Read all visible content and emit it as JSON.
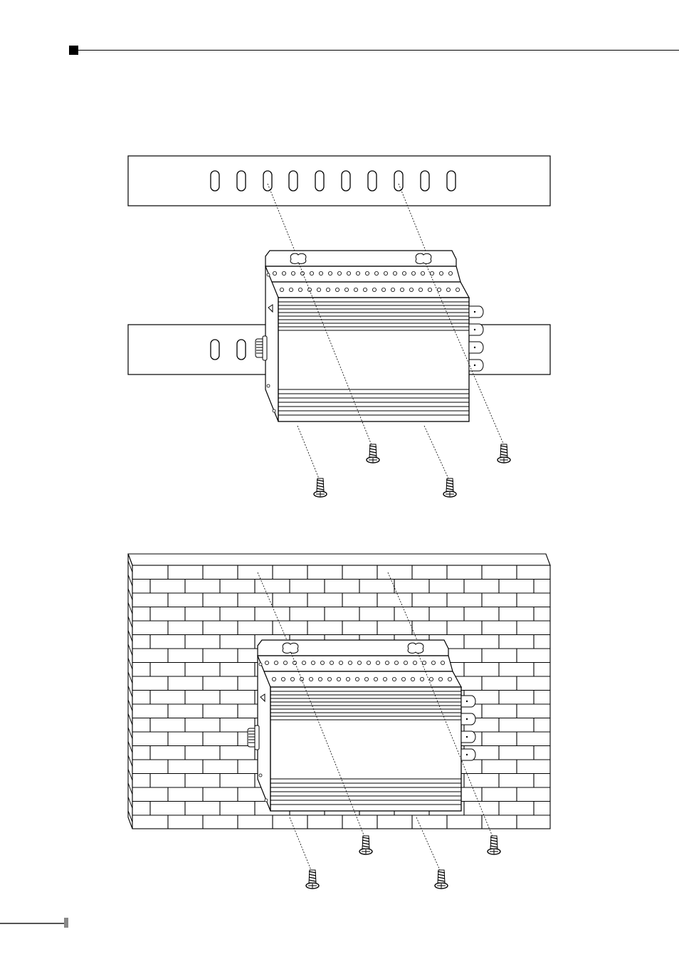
{
  "page": {
    "header_rule": "top",
    "footer_rule": "bottom"
  },
  "figures": [
    {
      "name": "rail-mount-figure",
      "description_shown": false
    },
    {
      "name": "wall-mount-figure",
      "description_shown": false
    }
  ],
  "colors": {
    "ink": "#000000",
    "paper": "#ffffff",
    "shade": "#d9d9d9"
  }
}
